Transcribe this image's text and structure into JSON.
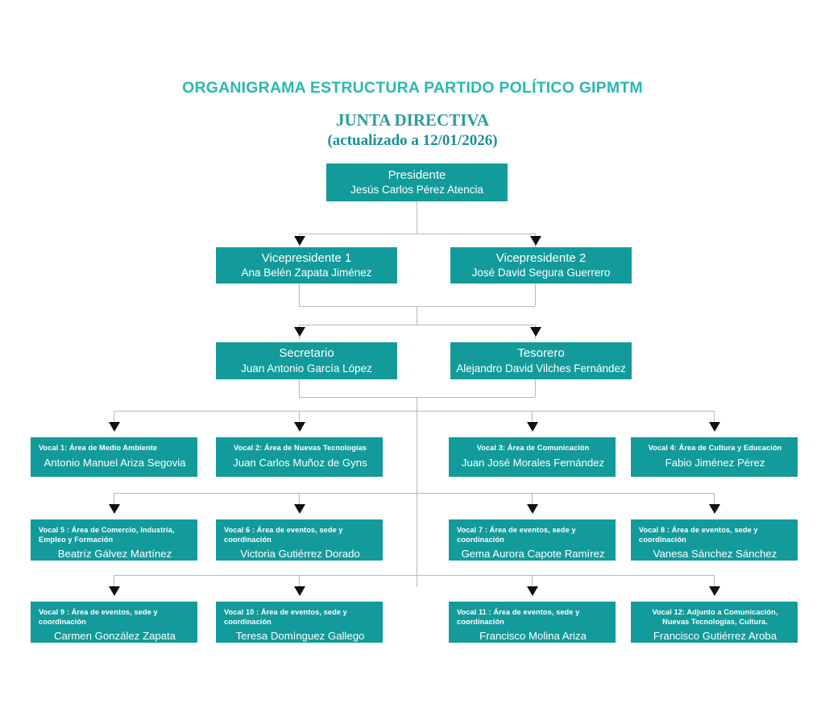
{
  "header": {
    "title": "ORGANIGRAMA ESTRUCTURA PARTIDO POLÍTICO GIPMTM",
    "subtitle": "JUNTA DIRECTIVA",
    "updated": "(actualizado a 12/01/2026)"
  },
  "colors": {
    "box_fill": "#139b9b",
    "box_text": "#ffffff",
    "title": "#2ab9ae",
    "subtitle": "#2a9d9a",
    "date": "#1a8f96",
    "connector": "#b9b9b9",
    "arrow": "#111111",
    "background": "#ffffff"
  },
  "chart_data": {
    "type": "diagram",
    "title": "ORGANIGRAMA ESTRUCTURA PARTIDO POLÍTICO GIPMTM",
    "levels": [
      {
        "level": 1,
        "nodes": [
          {
            "role": "Presidente",
            "person": "Jesús Carlos Pérez Atencia"
          }
        ]
      },
      {
        "level": 2,
        "nodes": [
          {
            "role": "Vicepresidente 1",
            "person": "Ana Belén Zapata Jiménez"
          },
          {
            "role": "Vicepresidente 2",
            "person": "José David Segura Guerrero"
          }
        ]
      },
      {
        "level": 3,
        "nodes": [
          {
            "role": "Secretario",
            "person": "Juan Antonio García López"
          },
          {
            "role": "Tesorero",
            "person": "Alejandro David Vilches Fernández"
          }
        ]
      },
      {
        "level": 4,
        "nodes": [
          {
            "role": "Vocal 1:  Área de Medio Ambiente",
            "person": "Antonio Manuel Ariza Segovia"
          },
          {
            "role": "Vocal 2: Área de Nuevas Tecnologías",
            "person": "Juan Carlos Muñoz de Gyns"
          },
          {
            "role": "Vocal 3: Área de Comunicación",
            "person": "Juan José Morales Fernández"
          },
          {
            "role": "Vocal 4: Área de Cultura y Educación",
            "person": "Fabio Jiménez Pérez"
          }
        ]
      },
      {
        "level": 5,
        "nodes": [
          {
            "role": "Vocal 5 : Área de Comercio, Industria, Empleo y Formación",
            "person": "Beatríz Gálvez Martínez"
          },
          {
            "role": "Vocal 6 : Área de eventos, sede y coordinación",
            "person": "Victoria Gutiérrez Dorado"
          },
          {
            "role": "Vocal 7 : Área de eventos, sede y coordinación",
            "person": "Gema Aurora Capote Ramírez"
          },
          {
            "role": "Vocal 8 : Área de eventos, sede y coordinación",
            "person": "Vanesa Sánchez Sánchez"
          }
        ]
      },
      {
        "level": 6,
        "nodes": [
          {
            "role": "Vocal 9 : Área de eventos, sede y coordinación",
            "person": "Carmen González Zapata"
          },
          {
            "role": "Vocal 10 : Área de eventos, sede y coordinación",
            "person": "Teresa Domínguez Gallego"
          },
          {
            "role": "Vocal 11 : Área de eventos, sede y coordinación",
            "person": "Francisco Molina Ariza"
          },
          {
            "role": "Vocal 12: Adjunto a Comunicación, Nuevas Tecnologías, Cultura.",
            "person": "Francisco Gutiérrez Aroba"
          }
        ]
      }
    ]
  },
  "presidente": {
    "role": "Presidente",
    "person": "Jesús Carlos Pérez Atencia"
  },
  "vicepresidentes": [
    {
      "role": "Vicepresidente 1",
      "person": "Ana Belén Zapata Jiménez"
    },
    {
      "role": "Vicepresidente 2",
      "person": "José David Segura Guerrero"
    }
  ],
  "oficiales": [
    {
      "role": "Secretario",
      "person": "Juan Antonio García López"
    },
    {
      "role": "Tesorero",
      "person": "Alejandro David Vilches Fernández"
    }
  ],
  "vocales_row1": [
    {
      "role_l1": "Vocal 1:  Área de Medio Ambiente",
      "role_l2": "",
      "person": "Antonio Manuel Ariza Segovia"
    },
    {
      "role_l1": "Vocal 2: Área de Nuevas Tecnologías",
      "role_l2": "",
      "person": "Juan Carlos Muñoz de Gyns"
    },
    {
      "role_l1": "Vocal 3: Área de Comunicación",
      "role_l2": "",
      "person": "Juan José Morales Fernández"
    },
    {
      "role_l1": "Vocal 4: Área de Cultura y Educación",
      "role_l2": "",
      "person": "Fabio Jiménez Pérez"
    }
  ],
  "vocales_row2": [
    {
      "role_l1": "Vocal 5 : Área de Comercio, Industria,",
      "role_l2": "Empleo y Formación",
      "person": "Beatríz Gálvez Martínez"
    },
    {
      "role_l1": "Vocal 6 : Área de eventos, sede y",
      "role_l2": "coordinación",
      "person": "Victoria Gutiérrez Dorado"
    },
    {
      "role_l1": "Vocal 7 : Área de eventos, sede y",
      "role_l2": "coordinación",
      "person": "Gema Aurora Capote Ramírez"
    },
    {
      "role_l1": "Vocal 8 : Área de eventos, sede y",
      "role_l2": "coordinación",
      "person": "Vanesa Sánchez Sánchez"
    }
  ],
  "vocales_row3": [
    {
      "role_l1": "Vocal 9 : Área de eventos, sede y",
      "role_l2": "coordinación",
      "person": "Carmen González Zapata"
    },
    {
      "role_l1": "Vocal 10 : Área de eventos, sede y",
      "role_l2": "coordinación",
      "person": "Teresa Domínguez Gallego"
    },
    {
      "role_l1": "Vocal 11 : Área de eventos, sede y",
      "role_l2": "coordinación",
      "person": "Francisco Molina Ariza"
    },
    {
      "role_l1": "Vocal 12: Adjunto a Comunicación,",
      "role_l2": "Nuevas Tecnologías, Cultura.",
      "person": "Francisco Gutiérrez Aroba"
    }
  ]
}
